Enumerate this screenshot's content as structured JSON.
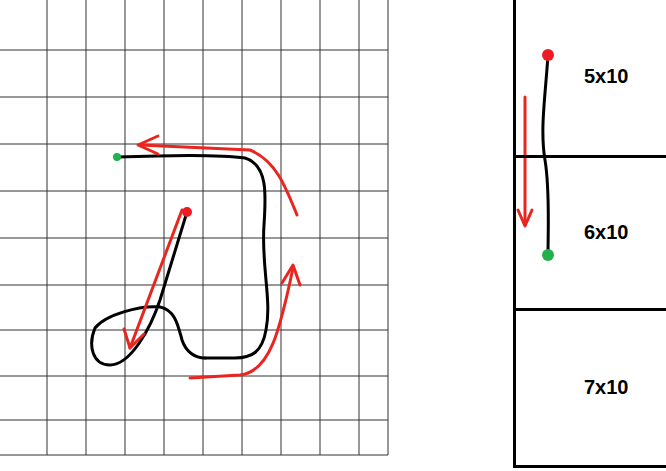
{
  "diagram": {
    "nodes": [
      {
        "text": [
          "5x10"
        ]
      },
      {
        "text": [
          "6x10"
        ]
      },
      {
        "text": [
          "7x10"
        ]
      }
    ]
  }
}
